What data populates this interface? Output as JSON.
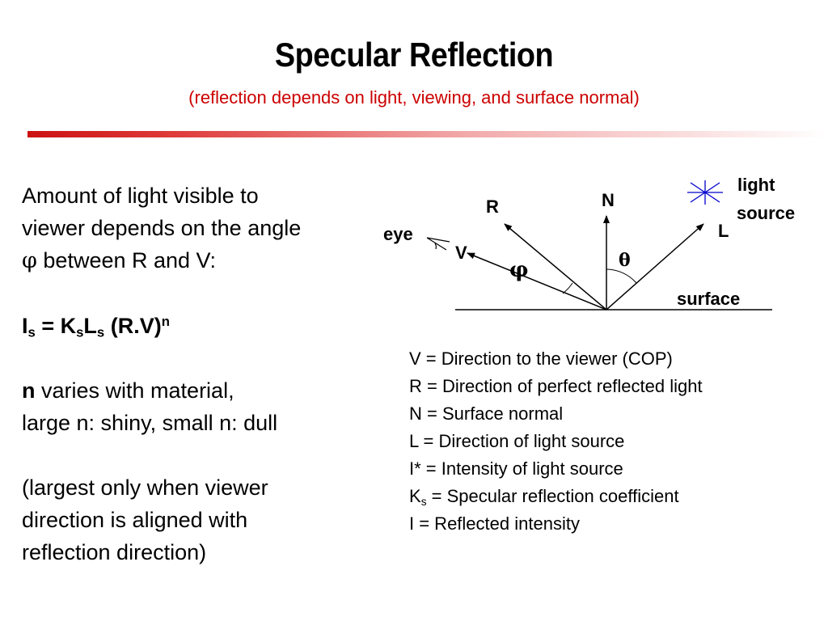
{
  "slide": {
    "title": "Specular Reflection",
    "subtitle": "(reflection depends on light, viewing, and surface normal)"
  },
  "left_text": {
    "line1": "Amount of light visible to",
    "line2": "viewer depends on the angle",
    "phi_symbol": "φ",
    "line3_rest": " between R and V:",
    "formula": {
      "I": "I",
      "sub_s1": "s",
      "eq_K": " = K",
      "sub_s2": "s",
      "L": "L",
      "sub_s3": "s",
      "rv": " (R.V)",
      "sup_n": "n"
    },
    "n_bold": "n",
    "n_rest": " varies with material,",
    "n_line2": "large n: shiny, small n: dull",
    "note_line1": "(largest only when viewer",
    "note_line2": "direction is aligned with",
    "note_line3": "reflection direction)"
  },
  "diagram": {
    "label_R": "R",
    "label_N": "N",
    "label_L": "L",
    "label_V": "V",
    "label_eye": "eye",
    "label_light": "light",
    "label_source": "source",
    "label_surface": "surface",
    "symbol_phi": "φ",
    "symbol_theta": "θ",
    "light_color": "#0000cc"
  },
  "legend": {
    "v": "V = Direction to the viewer (COP)",
    "r": "R = Direction of perfect reflected light",
    "n": "N = Surface normal",
    "l": "L = Direction of light source",
    "i_star": "I* = Intensity of light source",
    "ks_K": "K",
    "ks_sub": "s",
    "ks_rest": " = Specular reflection coefficient",
    "i": "I = Reflected intensity"
  },
  "colors": {
    "title_accent": "#cc0000",
    "rule_start": "#cc1111"
  }
}
